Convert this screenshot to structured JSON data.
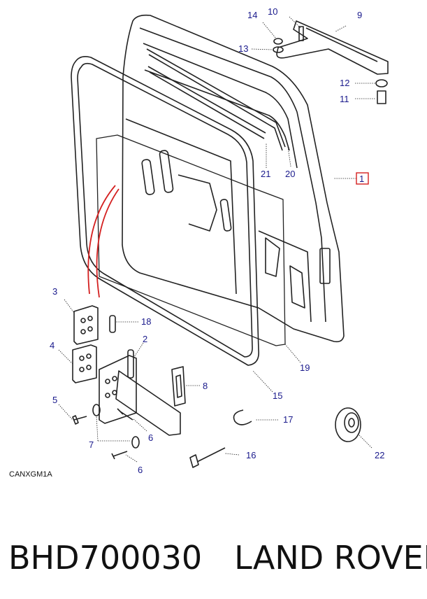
{
  "diagram": {
    "drawing_code": "CANXGM1A",
    "callouts": [
      {
        "id": "c1",
        "label": "1"
      },
      {
        "id": "c2",
        "label": "2"
      },
      {
        "id": "c3",
        "label": "3"
      },
      {
        "id": "c4",
        "label": "4"
      },
      {
        "id": "c5",
        "label": "5"
      },
      {
        "id": "c6a",
        "label": "6"
      },
      {
        "id": "c6b",
        "label": "6"
      },
      {
        "id": "c7",
        "label": "7"
      },
      {
        "id": "c8",
        "label": "8"
      },
      {
        "id": "c9",
        "label": "9"
      },
      {
        "id": "c10",
        "label": "10"
      },
      {
        "id": "c11",
        "label": "11"
      },
      {
        "id": "c12",
        "label": "12"
      },
      {
        "id": "c13",
        "label": "13"
      },
      {
        "id": "c14",
        "label": "14"
      },
      {
        "id": "c15",
        "label": "15"
      },
      {
        "id": "c16",
        "label": "16"
      },
      {
        "id": "c17",
        "label": "17"
      },
      {
        "id": "c18",
        "label": "18"
      },
      {
        "id": "c19",
        "label": "19"
      },
      {
        "id": "c20",
        "label": "20"
      },
      {
        "id": "c21",
        "label": "21"
      },
      {
        "id": "c22",
        "label": "22"
      }
    ],
    "highlighted_callout": "1",
    "highlight_color": "#d42020",
    "callout_color": "#1a1a8c"
  },
  "footer": {
    "part_number": "BHD700030",
    "brand": "LAND ROVER"
  }
}
